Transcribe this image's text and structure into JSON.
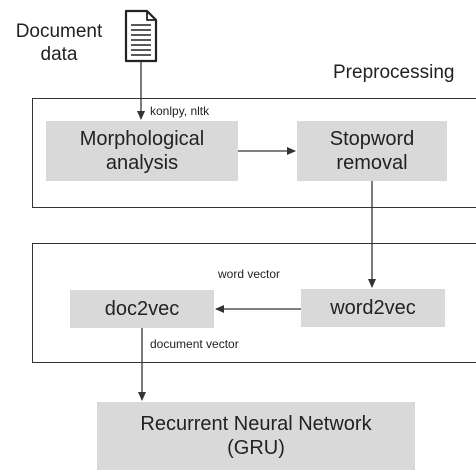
{
  "input": {
    "label": "Document\ndata",
    "icon": "document-icon"
  },
  "preprocessing": {
    "title": "Preprocessing",
    "tool_label": "konlpy, nltk",
    "morph_box": "Morphological\nanalysis",
    "stopword_box": "Stopword\nremoval"
  },
  "embedding": {
    "word2vec_box": "word2vec",
    "doc2vec_box": "doc2vec",
    "word_vector_label": "word vector",
    "document_vector_label": "document vector"
  },
  "model": {
    "rnn_box": "Recurrent  Neural  Network\n(GRU)"
  },
  "colors": {
    "box_fill": "#d9d9d9",
    "line": "#333333",
    "text": "#222222"
  }
}
